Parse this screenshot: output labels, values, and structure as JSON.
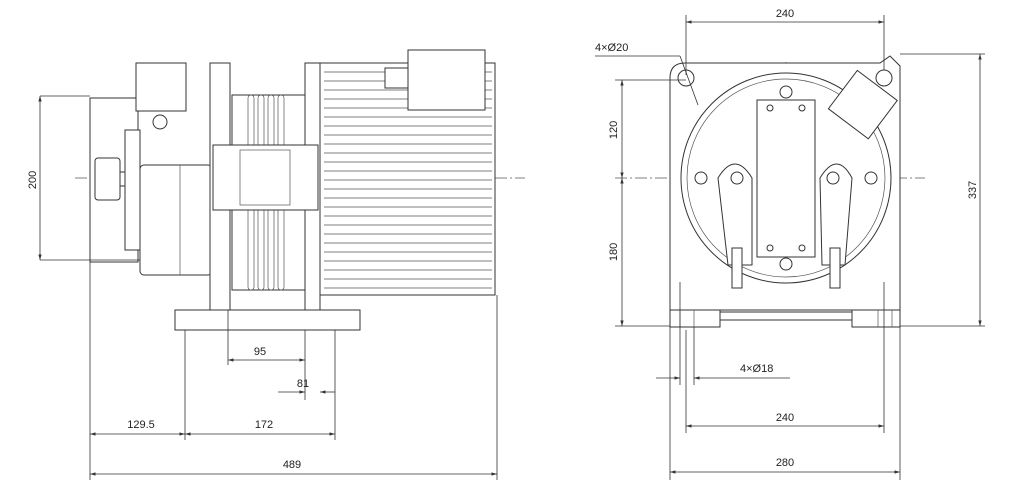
{
  "side_view": {
    "dims": {
      "height": "200",
      "groove_width": "95",
      "offset": "81",
      "left_offset": "129.5",
      "base_spacing": "172",
      "total_length": "489"
    }
  },
  "front_view": {
    "dims": {
      "top_hole_spacing": "240",
      "top_holes": "4×Ø20",
      "upper_height": "120",
      "lower_height": "180",
      "total_height": "337",
      "base_holes": "4×Ø18",
      "base_hole_spacing": "240",
      "base_width": "280"
    }
  }
}
